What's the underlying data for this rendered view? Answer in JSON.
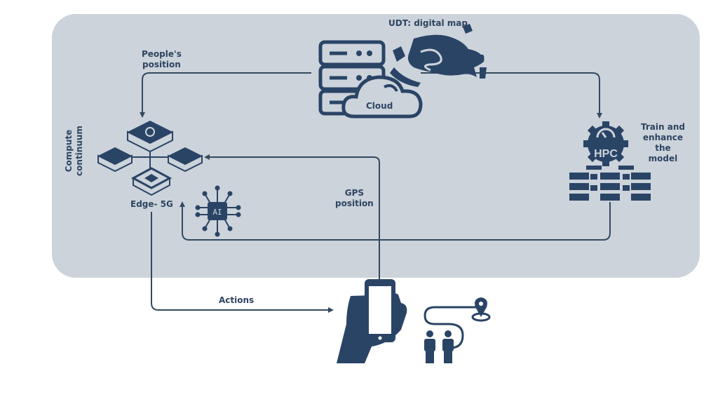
{
  "colors": {
    "panel": "#ccd3db",
    "icon": "#2a4466",
    "text": "#2e4460",
    "line": "#34495e"
  },
  "labels": {
    "udt": "UDT: digital map",
    "cloud": "Cloud",
    "people_position_1": "People's",
    "people_position_2": "position",
    "compute_1": "Compute",
    "compute_2": "continuum",
    "edge": "Edge- 5G",
    "gps_1": "GPS",
    "gps_2": "position",
    "train_1": "Train and",
    "train_2": "enhance",
    "train_3": "the",
    "train_4": "model",
    "actions": "Actions",
    "hpc": "HPC",
    "ai": "AI"
  },
  "icons": [
    "server-stack-icon",
    "cloud-icon",
    "digital-map-icon",
    "hpc-gear-icon",
    "hpc-cluster-icon",
    "edge-network-icon",
    "ai-chip-icon",
    "hand-phone-icon",
    "people-route-icon",
    "location-pin-icon"
  ]
}
